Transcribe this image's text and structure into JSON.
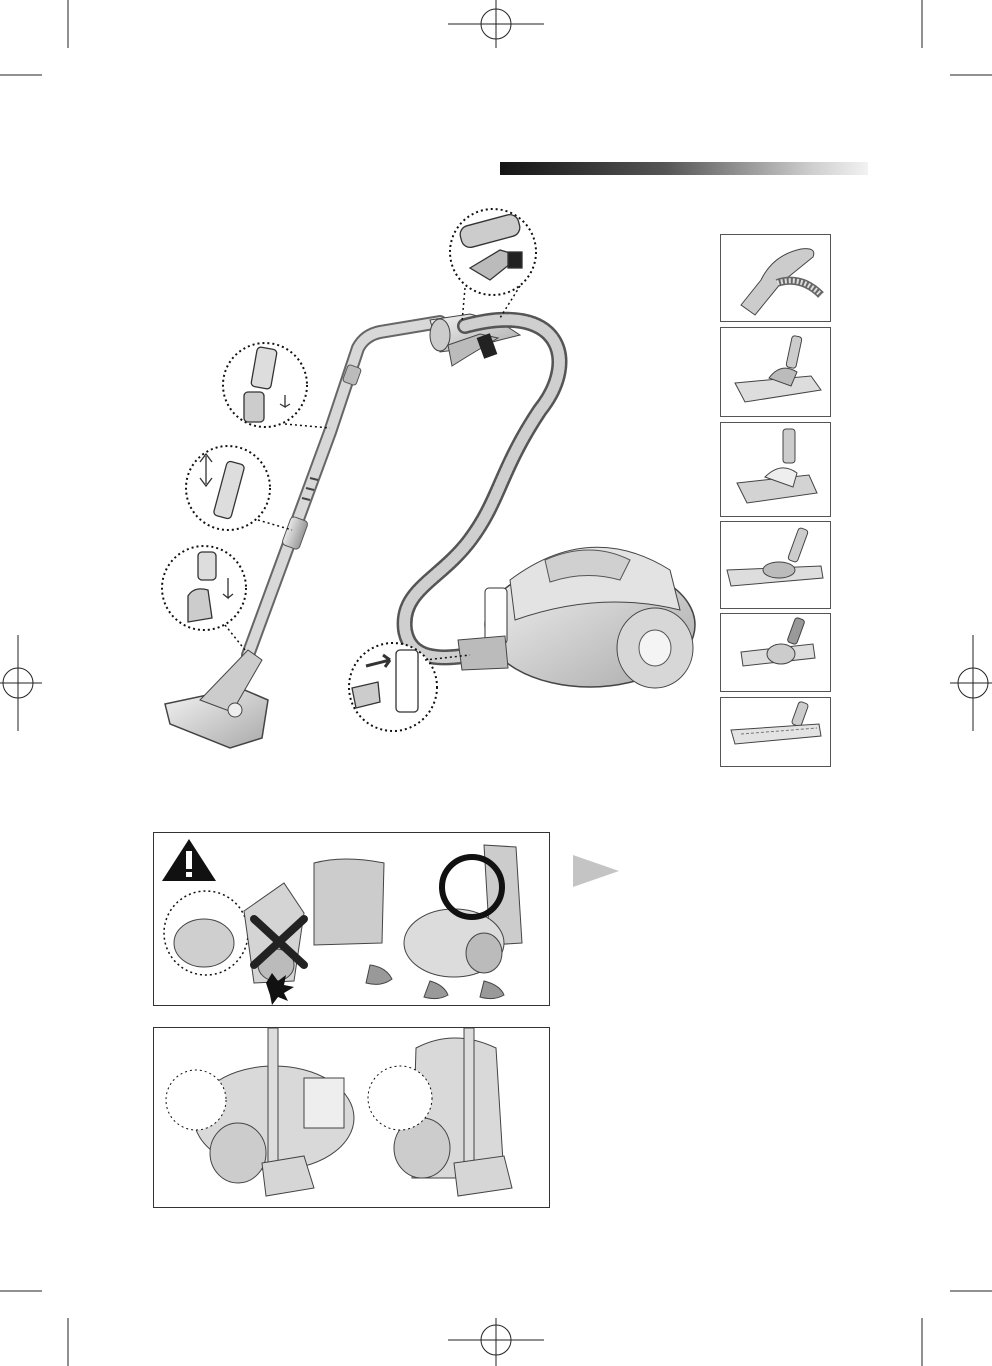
{
  "page": {
    "header_bar_colors": [
      "#141414",
      "#f2f2f2"
    ]
  },
  "assembly_figure": {
    "callouts": [
      "hose-handle-accessory-callout",
      "pipe-joint-callout",
      "telescopic-lock-callout",
      "pipe-brush-joint-callout",
      "hose-inlet-callout"
    ]
  },
  "accessories": [
    {
      "icon": "hose-handle-icon"
    },
    {
      "icon": "carpet-floor-brush-icon"
    },
    {
      "icon": "combination-floor-brush-icon"
    },
    {
      "icon": "parquet-brush-icon"
    },
    {
      "icon": "turbo-brush-icon"
    },
    {
      "icon": "hard-floor-brush-icon"
    }
  ],
  "warning_panel": {
    "icon": "warning-triangle-icon",
    "incorrect_icon": "cross-mark-icon",
    "correct_icon": "circle-mark-icon"
  },
  "storage_panel": {
    "icons": [
      "horizontal-storage-icon",
      "vertical-storage-icon"
    ]
  },
  "note": {
    "icon": "grey-arrow-icon"
  }
}
